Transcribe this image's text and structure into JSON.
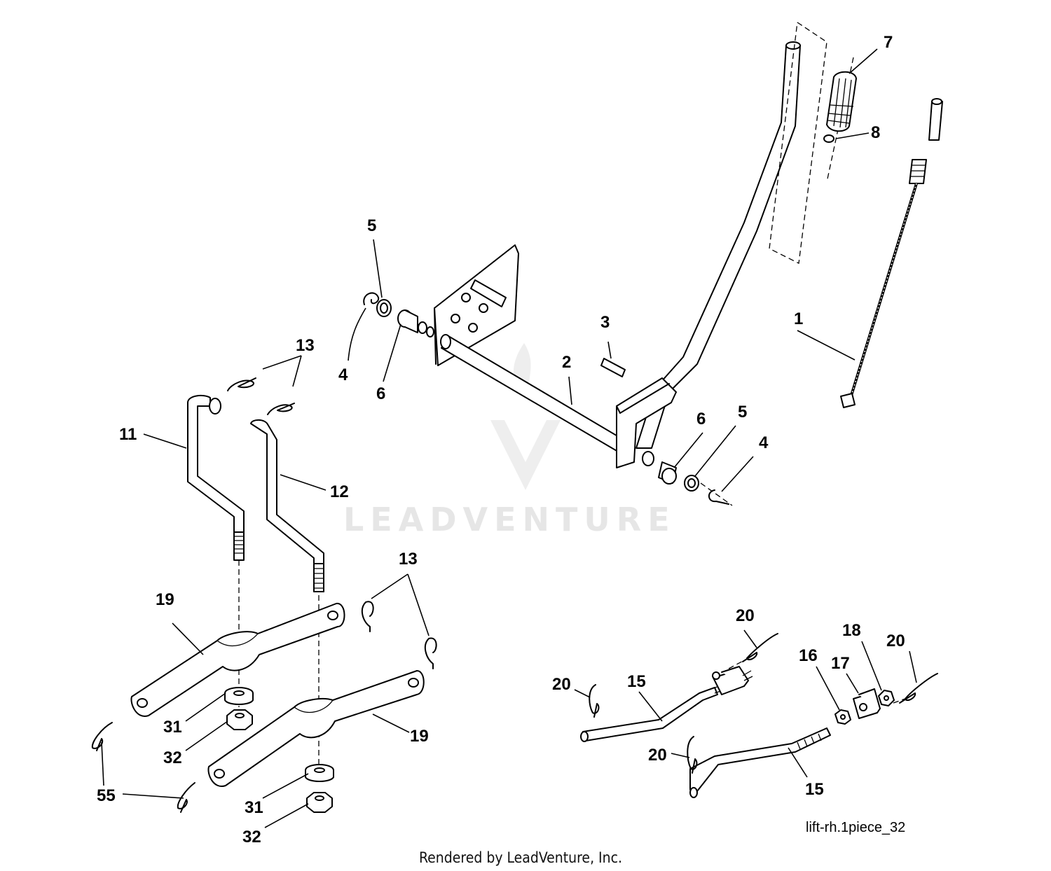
{
  "diagram": {
    "reference_code": "lift-rh.1piece_32",
    "footer": "Rendered by LeadVenture, Inc.",
    "watermark": "LEADVENTURE",
    "callouts": [
      {
        "id": "c1",
        "label": "1"
      },
      {
        "id": "c2",
        "label": "2"
      },
      {
        "id": "c3",
        "label": "3"
      },
      {
        "id": "c4a",
        "label": "4"
      },
      {
        "id": "c4b",
        "label": "4"
      },
      {
        "id": "c5a",
        "label": "5"
      },
      {
        "id": "c5b",
        "label": "5"
      },
      {
        "id": "c6a",
        "label": "6"
      },
      {
        "id": "c6b",
        "label": "6"
      },
      {
        "id": "c7",
        "label": "7"
      },
      {
        "id": "c8",
        "label": "8"
      },
      {
        "id": "c11",
        "label": "11"
      },
      {
        "id": "c12",
        "label": "12"
      },
      {
        "id": "c13a",
        "label": "13"
      },
      {
        "id": "c13b",
        "label": "13"
      },
      {
        "id": "c15a",
        "label": "15"
      },
      {
        "id": "c15b",
        "label": "15"
      },
      {
        "id": "c16",
        "label": "16"
      },
      {
        "id": "c17",
        "label": "17"
      },
      {
        "id": "c18",
        "label": "18"
      },
      {
        "id": "c19a",
        "label": "19"
      },
      {
        "id": "c19b",
        "label": "19"
      },
      {
        "id": "c20a",
        "label": "20"
      },
      {
        "id": "c20b",
        "label": "20"
      },
      {
        "id": "c20c",
        "label": "20"
      },
      {
        "id": "c20d",
        "label": "20"
      },
      {
        "id": "c31a",
        "label": "31"
      },
      {
        "id": "c31b",
        "label": "31"
      },
      {
        "id": "c32a",
        "label": "32"
      },
      {
        "id": "c32b",
        "label": "32"
      },
      {
        "id": "c55",
        "label": "55"
      }
    ]
  }
}
